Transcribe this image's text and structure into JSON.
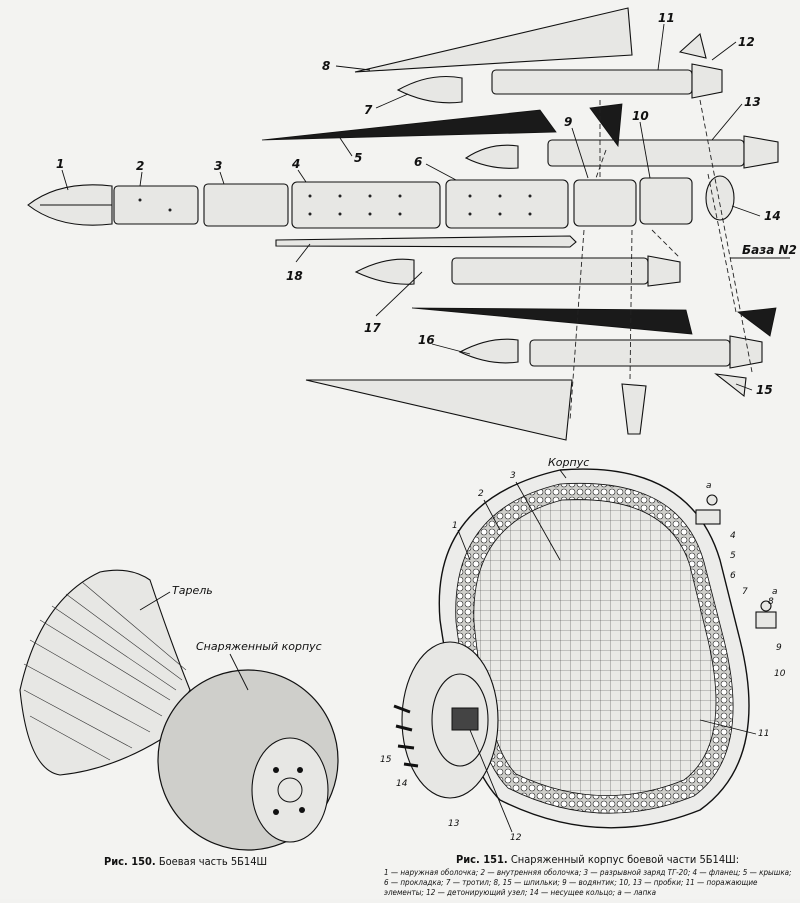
{
  "fig149": {
    "labels": [
      "1",
      "2",
      "3",
      "4",
      "5",
      "6",
      "7",
      "8",
      "9",
      "10",
      "11",
      "12",
      "13",
      "14",
      "15",
      "16",
      "17",
      "18"
    ],
    "base_label": "База N2"
  },
  "fig150": {
    "label_tarel": "Тарель",
    "label_korpus": "Снаряженный корпус",
    "caption_num": "Рис. 150.",
    "caption_text": "Боевая часть 5Б14Ш"
  },
  "fig151": {
    "label_korpus": "Корпус",
    "labels": [
      "1",
      "2",
      "3",
      "4",
      "5",
      "6",
      "7",
      "8",
      "9",
      "10",
      "11",
      "12",
      "13",
      "14",
      "15"
    ],
    "label_a1": "а",
    "label_a2": "а",
    "caption_num": "Рис. 151.",
    "caption_text": "Снаряженный корпус боевой части 5Б14Ш:",
    "legend": "1 — наружная оболочка; 2 — внутренняя оболочка; 3 — разрывной заряд ТГ-20; 4 — фланец; 5 — крышка; 6 — прокладка; 7 — тротил; 8, 15 — шпильки; 9 — водянтик; 10, 13 — пробки; 11 — поражающие элементы; 12 — детонирующий узел; 14 — несущее кольцо; а — лапка"
  }
}
